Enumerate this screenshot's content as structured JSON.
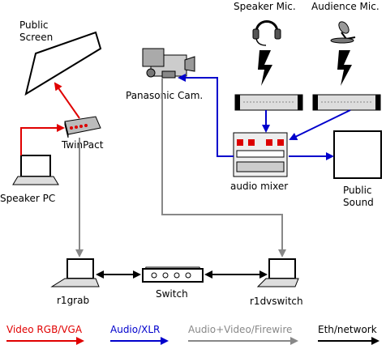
{
  "labels": {
    "public_screen_line1": "Public",
    "public_screen_line2": "Screen",
    "speaker_mic": "Speaker Mic.",
    "audience_mic": "Audience Mic.",
    "panasonic_cam": "Panasonic Cam.",
    "twinpact": "TwinPact",
    "speaker_pc": "Speaker PC",
    "audio_mixer": "audio mixer",
    "public_sound_line1": "Public",
    "public_sound_line2": "Sound",
    "switch": "Switch",
    "r1grab": "r1grab",
    "r1dvswitch": "r1dvswitch"
  },
  "legend": {
    "video": "Video RGB/VGA",
    "audio": "Audio/XLR",
    "firewire": "Audio+Video/Firewire",
    "ethernet": "Eth/network"
  },
  "colors": {
    "video": "#e00000",
    "audio": "#0000cc",
    "firewire": "#888888",
    "ethernet": "#000000"
  }
}
